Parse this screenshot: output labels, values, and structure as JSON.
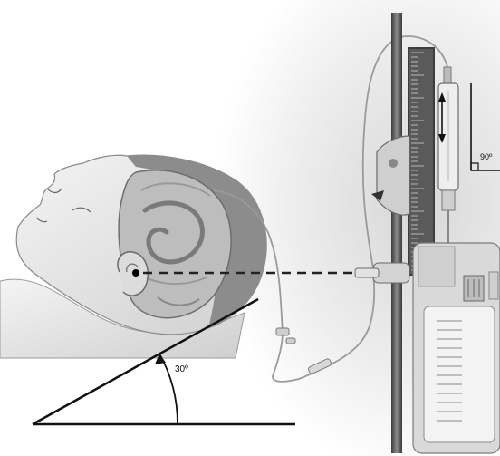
{
  "labels": {
    "angle_30": "30º",
    "angle_90": "90º"
  },
  "colors": {
    "background": "#ffffff",
    "line": "#111111",
    "skin": "#e9e9e9",
    "brain_outer": "#7a7a7a",
    "brain_inner": "#bdbdbd",
    "pole": "#5c5c5c",
    "scale": "#3d3d3d",
    "bag": "#d9d9d9"
  },
  "icons": {
    "patient": "patient-head-silhouette",
    "brain": "brain-cross-section",
    "ear": "ear-reference-point",
    "scale": "graduated-scale",
    "chamber": "drip-chamber",
    "bag": "drainage-bag",
    "stopcock": "stopcock-valve"
  }
}
